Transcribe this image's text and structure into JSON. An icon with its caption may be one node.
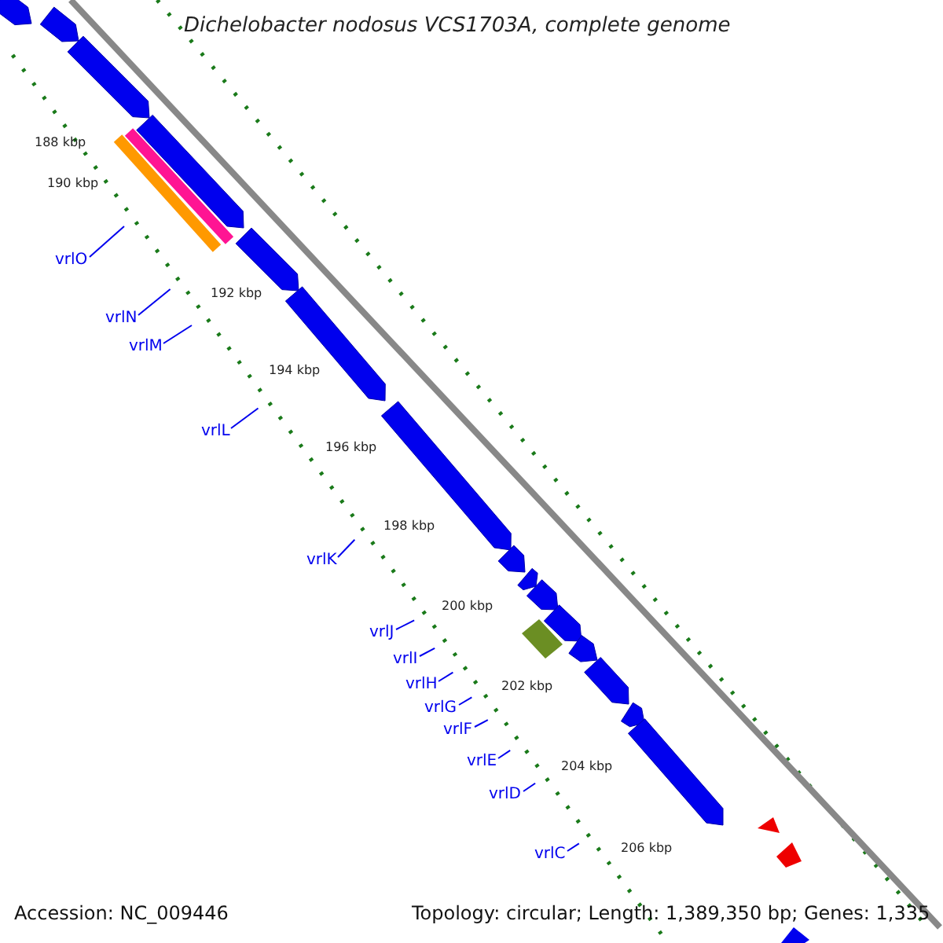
{
  "diagram": {
    "title": "Dichelobacter nodosus VCS1703A, complete genome",
    "nodes": [
      {
        "text": [
          "vrlO"
        ]
      },
      {
        "text": [
          "vrlN"
        ]
      },
      {
        "text": [
          "vrlM"
        ]
      },
      {
        "text": [
          "vrlL"
        ]
      },
      {
        "text": [
          "vrlK"
        ]
      },
      {
        "text": [
          "vrlJ"
        ]
      },
      {
        "text": [
          "vrlI"
        ]
      },
      {
        "text": [
          "vrlH"
        ]
      },
      {
        "text": [
          "vrlG"
        ]
      },
      {
        "text": [
          "vrlF"
        ]
      },
      {
        "text": [
          "vrlE"
        ]
      },
      {
        "text": [
          "vrlD"
        ]
      },
      {
        "text": [
          "vrlC"
        ]
      }
    ],
    "edges": [
      {
        "from": 0,
        "to": null,
        "arrow": "none"
      },
      {
        "from": 1,
        "to": null,
        "arrow": "none"
      },
      {
        "from": 2,
        "to": null,
        "arrow": "none"
      },
      {
        "from": 3,
        "to": null,
        "arrow": "none"
      },
      {
        "from": 4,
        "to": null,
        "arrow": "none"
      },
      {
        "from": 5,
        "to": null,
        "arrow": "none"
      },
      {
        "from": 6,
        "to": null,
        "arrow": "none"
      },
      {
        "from": 7,
        "to": null,
        "arrow": "none"
      },
      {
        "from": 8,
        "to": null,
        "arrow": "none"
      },
      {
        "from": 9,
        "to": null,
        "arrow": "none"
      },
      {
        "from": 10,
        "to": null,
        "arrow": "none"
      },
      {
        "from": 11,
        "to": null,
        "arrow": "none"
      },
      {
        "from": 12,
        "to": null,
        "arrow": "none"
      }
    ],
    "labels": [
      "188 kbp",
      "190 kbp",
      "192 kbp",
      "194 kbp",
      "196 kbp",
      "198 kbp",
      "200 kbp",
      "202 kbp",
      "204 kbp",
      "206 kbp",
      "Accession: NC_009446",
      "Topology: circular; Length: 1,389,350 bp; Genes: 1,335"
    ]
  }
}
